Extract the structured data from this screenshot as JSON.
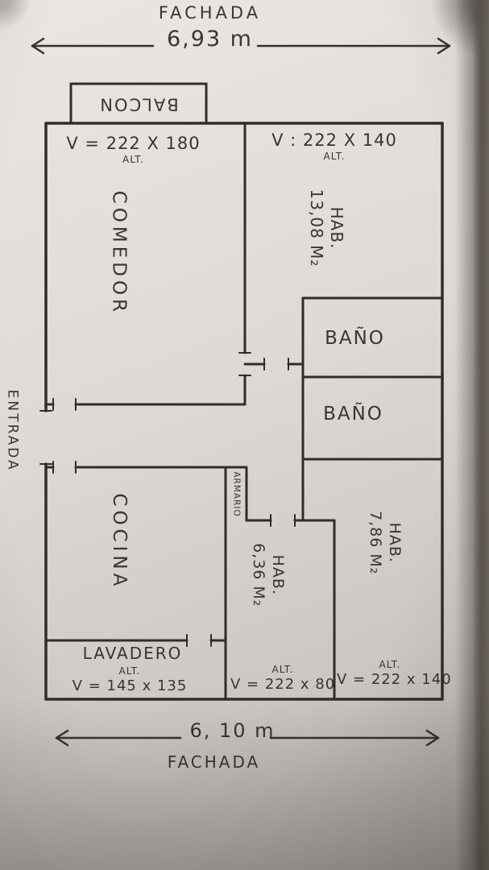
{
  "header": {
    "facade_top": "FACHADA",
    "width_top": "6,93 m"
  },
  "footer": {
    "width_bottom": "6, 10 m",
    "facade_bottom": "FACHADA"
  },
  "left_margin": {
    "entrance": "ENTRADA"
  },
  "rooms": {
    "balcon": {
      "label": "BALCON"
    },
    "comedor": {
      "label": "COMEDOR",
      "window": "V = 222 X 180",
      "window_alt": "ALT."
    },
    "hab_13": {
      "label": "HAB.",
      "area": "13,08 M₂",
      "window": "V : 222 X 140",
      "window_alt": "ALT."
    },
    "bano_1": {
      "label": "BAÑO"
    },
    "bano_2": {
      "label": "BAÑO"
    },
    "cocina": {
      "label": "COCINA"
    },
    "armario": {
      "label": "ARMARIO"
    },
    "hab_636": {
      "label": "HAB.",
      "area": "6,36 M₂",
      "window": "V = 222 x 80",
      "window_alt": "ALT."
    },
    "hab_786": {
      "label": "HAB.",
      "area": "7,86 M₂",
      "window": "V = 222 x 140",
      "window_alt": "ALT."
    },
    "lavadero": {
      "label": "LAVADERO",
      "window": "V = 145 x 135",
      "window_alt": "ALT."
    }
  },
  "colors": {
    "ink": "#2f2d2b"
  }
}
